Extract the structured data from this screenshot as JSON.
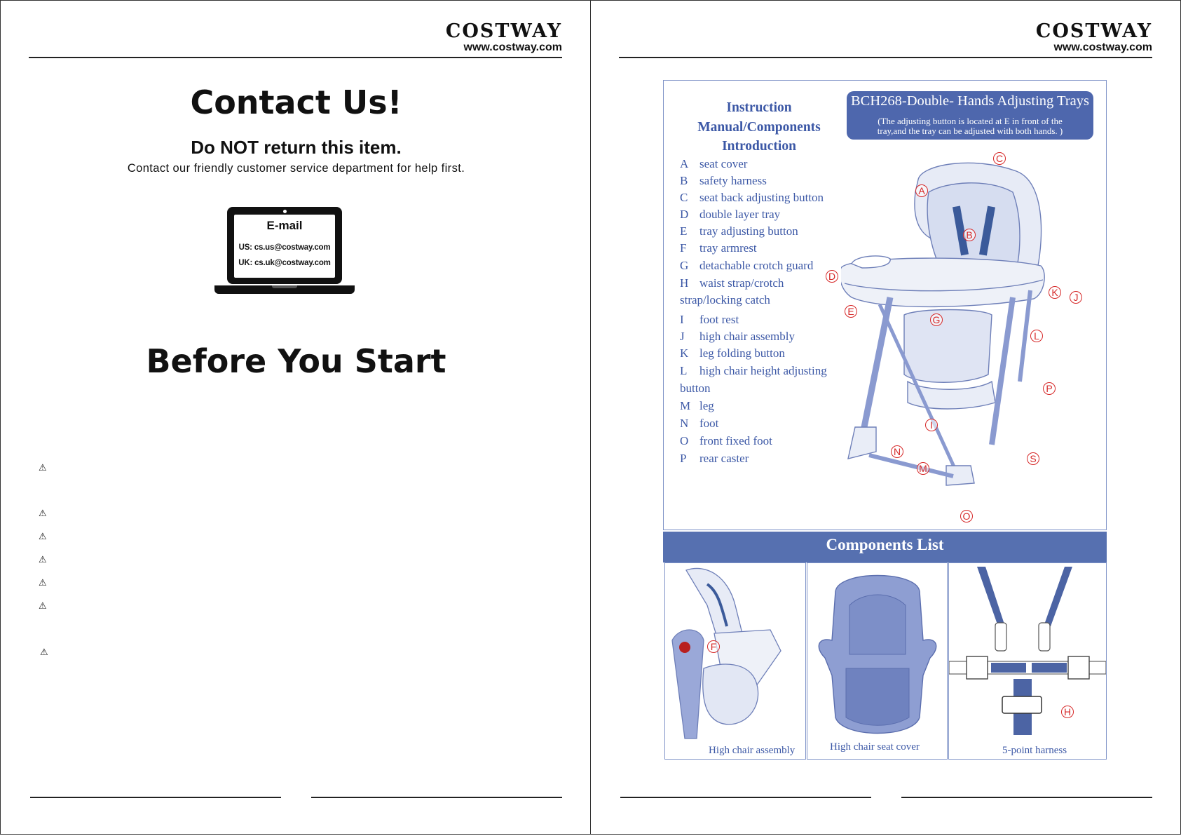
{
  "brand": {
    "name": "COSTWAY",
    "url": "www.costway.com"
  },
  "left_page": {
    "contact_title": "Contact Us!",
    "do_not_return": "Do NOT return this item.",
    "friendly_text": "Contact our friendly customer service department for help first.",
    "email": {
      "title": "E-mail",
      "us": "US: cs.us@costway.com",
      "uk": "UK: cs.uk@costway.com"
    },
    "before_title": "Before You Start",
    "warning_symbol": "⚠"
  },
  "right_page": {
    "instruction_title": [
      "Instruction",
      "Manual/Components",
      "Introduction"
    ],
    "model_title": "BCH268-Double- Hands Adjusting Trays",
    "model_note": [
      "(The adjusting button is located at E in front of the",
      "tray,and the tray can be adjusted  with both  hands. )"
    ],
    "components": [
      {
        "letter": "A",
        "text": "seat cover"
      },
      {
        "letter": "B",
        "text": "safety harness"
      },
      {
        "letter": "C",
        "text": "seat back adjusting button"
      },
      {
        "letter": "D",
        "text": "double layer tray"
      },
      {
        "letter": "E",
        "text": "tray adjusting button"
      },
      {
        "letter": "F",
        "text": "tray armrest"
      },
      {
        "letter": "G",
        "text": "detachable crotch guard"
      },
      {
        "letter": "H",
        "text": "waist strap/crotch"
      },
      {
        "letter": "",
        "text": "strap/locking catch"
      },
      {
        "letter": "I",
        "text": "foot rest"
      },
      {
        "letter": "J",
        "text": "high chair assembly"
      },
      {
        "letter": "K",
        "text": "leg folding button"
      },
      {
        "letter": "L",
        "text": "high chair height adjusting"
      },
      {
        "letter": "",
        "text": "button"
      },
      {
        "letter": "M",
        "text": "leg"
      },
      {
        "letter": "N",
        "text": "foot"
      },
      {
        "letter": "O",
        "text": "front fixed foot"
      },
      {
        "letter": "P",
        "text": "rear caster"
      }
    ],
    "diagram_labels": [
      "A",
      "B",
      "C",
      "D",
      "E",
      "G",
      "I",
      "J",
      "K",
      "L",
      "M",
      "N",
      "O",
      "P",
      "S"
    ],
    "components_list_title": "Components List",
    "cells": [
      {
        "caption": "High chair assembly",
        "label": "F"
      },
      {
        "caption": "High chair seat cover"
      },
      {
        "caption": "5-point harness",
        "label": "H"
      }
    ]
  },
  "colors": {
    "accent_blue": "#5670b0",
    "label_red": "#d62828",
    "line_blue": "#3c58a6"
  }
}
